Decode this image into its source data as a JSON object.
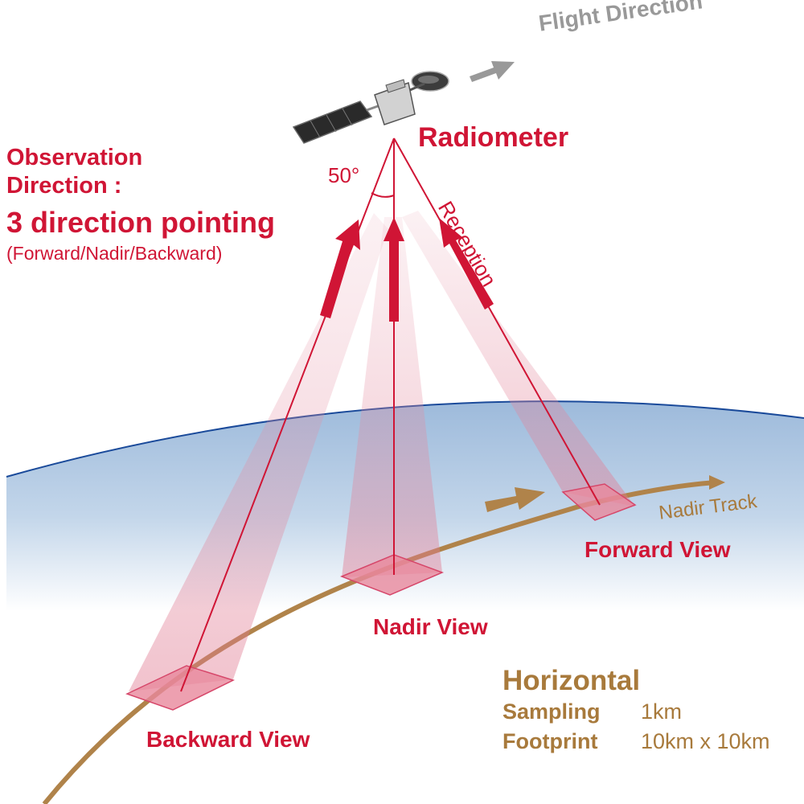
{
  "flight_direction": "Flight Direction",
  "radiometer": "Radiometer",
  "angle": "50°",
  "reception": "Reception",
  "observation": {
    "line1": "Observation",
    "line2": "Direction :",
    "headline": "3 direction pointing",
    "detail": "(Forward/Nadir/Backward)"
  },
  "nadir_track": "Nadir Track",
  "views": {
    "forward": "Forward View",
    "nadir": "Nadir View",
    "backward": "Backward View"
  },
  "horizontal": {
    "title": "Horizontal",
    "sampling_label": "Sampling",
    "sampling_value": "1km",
    "footprint_label": "Footprint",
    "footprint_value": "10km x 10km"
  },
  "colors": {
    "accent_red": "#d01535",
    "track_brown": "#a87a3c",
    "earth_blue": "#aac4e0",
    "horizon_line": "#1a4a9a",
    "arrow_gray": "#999999"
  }
}
